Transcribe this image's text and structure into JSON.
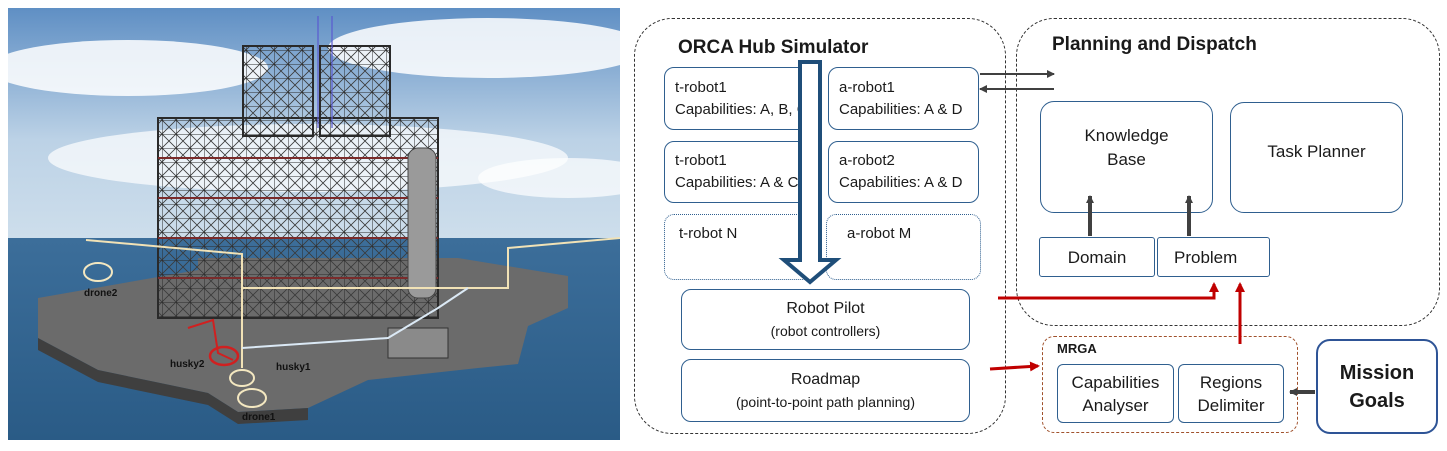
{
  "scene": {
    "labels": {
      "drone2": "drone2",
      "husky2": "husky2",
      "husky1": "husky1",
      "drone1": "drone1"
    }
  },
  "simulator": {
    "title": "ORCA Hub Simulator",
    "robots": [
      {
        "name": "t-robot1",
        "capabilities": "Capabilities: A, B, C"
      },
      {
        "name": "a-robot1",
        "capabilities": "Capabilities: A & D"
      },
      {
        "name": "t-robot1",
        "capabilities": "Capabilities: A & C"
      },
      {
        "name": "a-robot2",
        "capabilities": "Capabilities: A & D"
      },
      {
        "name": "t-robot N",
        "capabilities": ""
      },
      {
        "name": "a-robot M",
        "capabilities": ""
      }
    ],
    "pilot": {
      "title": "Robot Pilot",
      "subtitle": "(robot controllers)"
    },
    "roadmap": {
      "title": "Roadmap",
      "subtitle": "(point-to-point path planning)"
    }
  },
  "planning": {
    "title": "Planning and Dispatch",
    "knowledge_base": [
      "Knowledge",
      "Base"
    ],
    "task_planner": "Task Planner",
    "domain": "Domain",
    "problem": "Problem"
  },
  "mrga": {
    "title": "MRGA",
    "capabilities_analyser": [
      "Capabilities",
      "Analyser"
    ],
    "regions_delimiter": [
      "Regions",
      "Delimiter"
    ]
  },
  "mission": [
    "Mission",
    "Goals"
  ],
  "colors": {
    "box_border": "#2f5f8f",
    "flow_arrow": "#1f4e79",
    "red_arrow": "#c00000",
    "gray_arrow": "#404040",
    "mrga_border": "#a0522d",
    "mission_border": "#2e5496"
  }
}
